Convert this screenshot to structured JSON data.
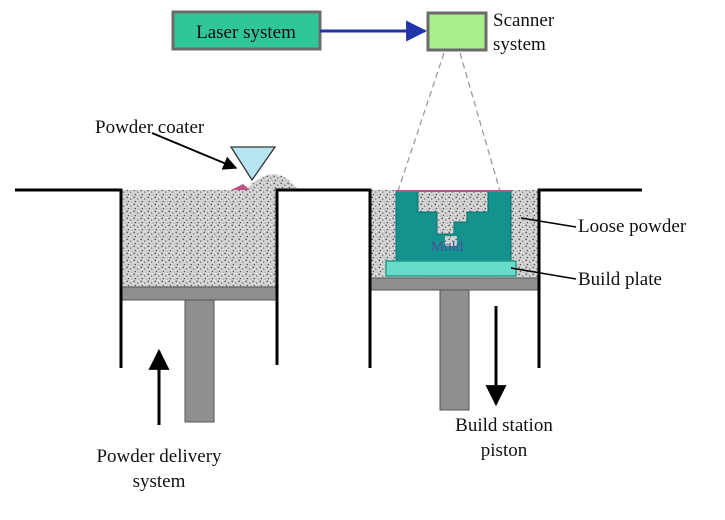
{
  "labels": {
    "laser_system": "Laser system",
    "scanner_line1": "Scanner",
    "scanner_line2": "system",
    "powder_coater": "Powder coater",
    "loose_powder": "Loose powder",
    "build_plate": "Build plate",
    "mold": "Mold",
    "build_station_line1": "Build station",
    "build_station_line2": "piston",
    "powder_delivery_line1": "Powder delivery",
    "powder_delivery_line2": "system"
  },
  "colors": {
    "laser_box": "#2fc79a",
    "scanner_box": "#a9f08a",
    "mold": "#13928e",
    "build_plate": "#66dccb",
    "piston": "#8f8f8f",
    "arrow_blue": "#2233aa",
    "powder_bg": "#d4d4d4",
    "coater": "#b7e6f2"
  }
}
